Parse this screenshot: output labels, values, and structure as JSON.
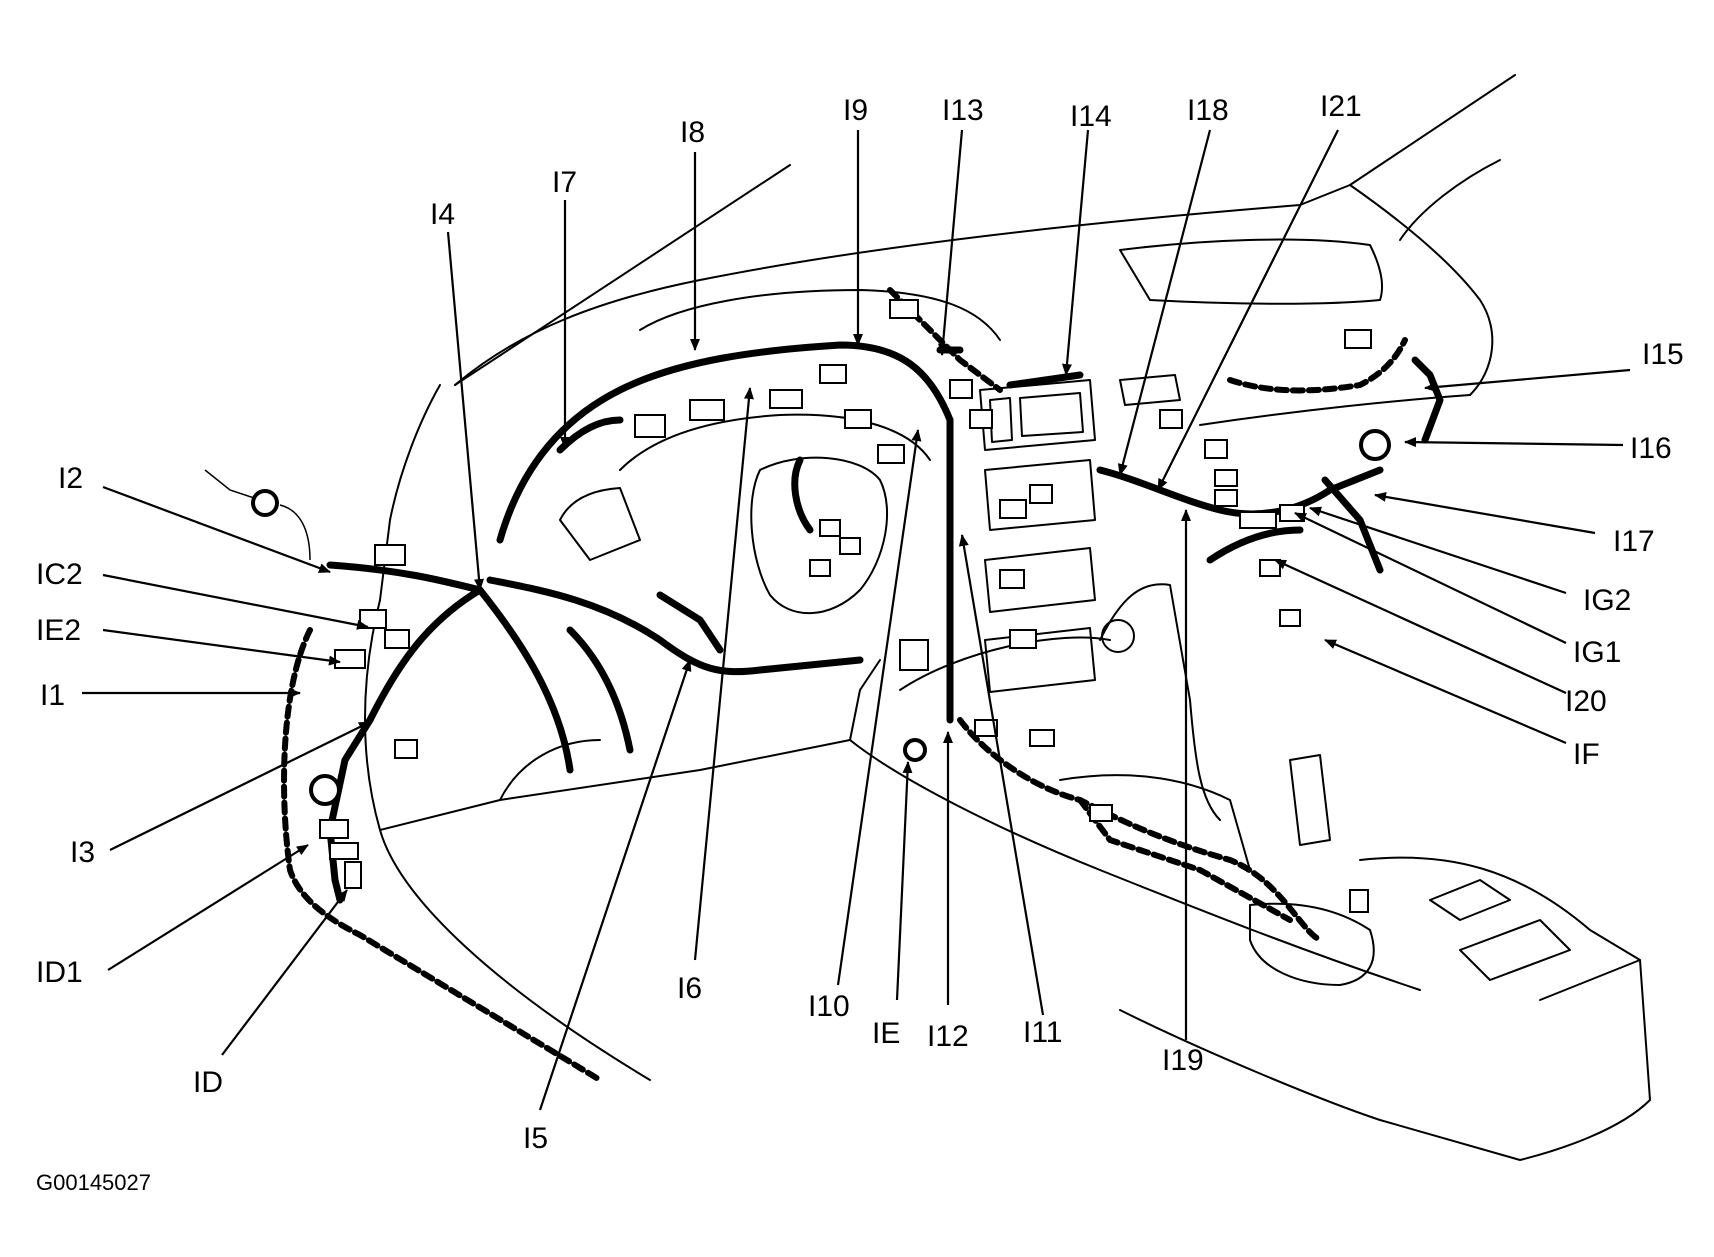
{
  "figure_id": "G00145027",
  "labels": {
    "I2": "I2",
    "IC2": "IC2",
    "IE2": "IE2",
    "I1": "I1",
    "I3": "I3",
    "ID1": "ID1",
    "ID": "ID",
    "I4": "I4",
    "I5": "I5",
    "I6": "I6",
    "I7": "I7",
    "I8": "I8",
    "I9": "I9",
    "I10": "I10",
    "I13": "I13",
    "I14": "I14",
    "I18": "I18",
    "I21": "I21",
    "I15": "I15",
    "I16": "I16",
    "I17": "I17",
    "IG2": "IG2",
    "IG1": "IG1",
    "I20": "I20",
    "IF": "IF",
    "I19": "I19",
    "I11": "I11",
    "I12": "I12",
    "IE": "IE"
  }
}
